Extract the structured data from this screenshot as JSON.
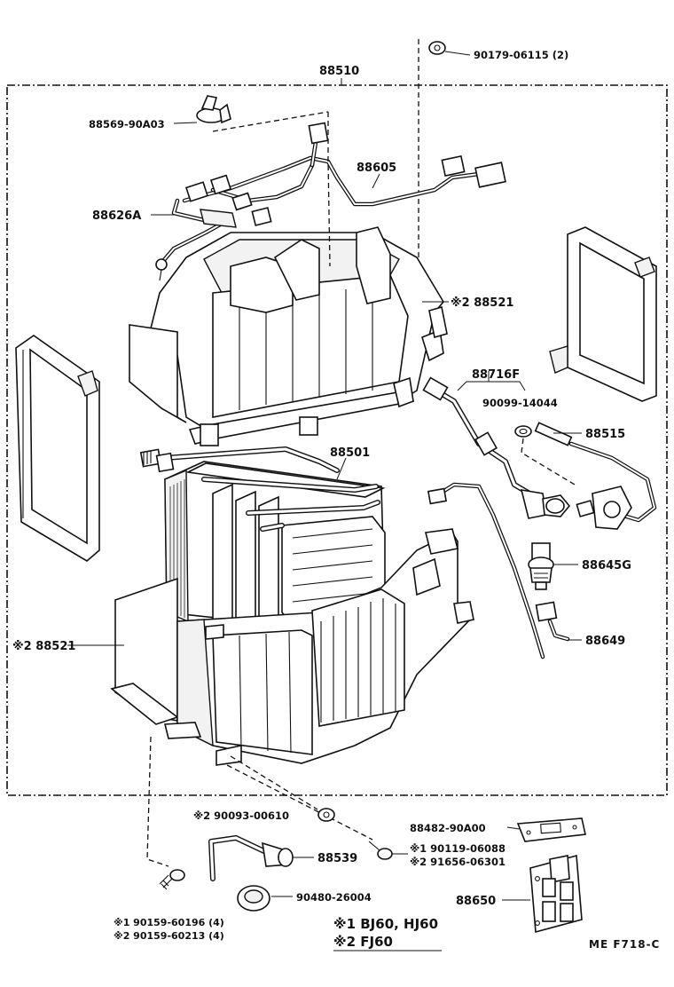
{
  "labels": {
    "p90179": "90179-06115 (2)",
    "p88510": "88510",
    "p88569": "88569-90A03",
    "p88605": "88605",
    "p88626A": "88626A",
    "p88521_top": "※2 88521",
    "p88716F": "88716F",
    "p90099": "90099-14044",
    "p88515": "88515",
    "p88501": "88501",
    "p88645G": "88645G",
    "p88521_bottom": "※2 88521",
    "p88649": "88649",
    "p90093": "※2 90093-00610",
    "p88482": "88482-90A00",
    "p90119": "※1 90119-06088",
    "p91656": "※2 91656-06301",
    "p88539": "88539",
    "p90480": "90480-26004",
    "p88650": "88650",
    "p90159a": "※1 90159-60196 (4)",
    "p90159b": "※2 90159-60213 (4)"
  },
  "legend": {
    "line1": "※1 BJ60, HJ60",
    "line2": "※2 FJ60"
  },
  "figure_code": "ME  F718-C"
}
